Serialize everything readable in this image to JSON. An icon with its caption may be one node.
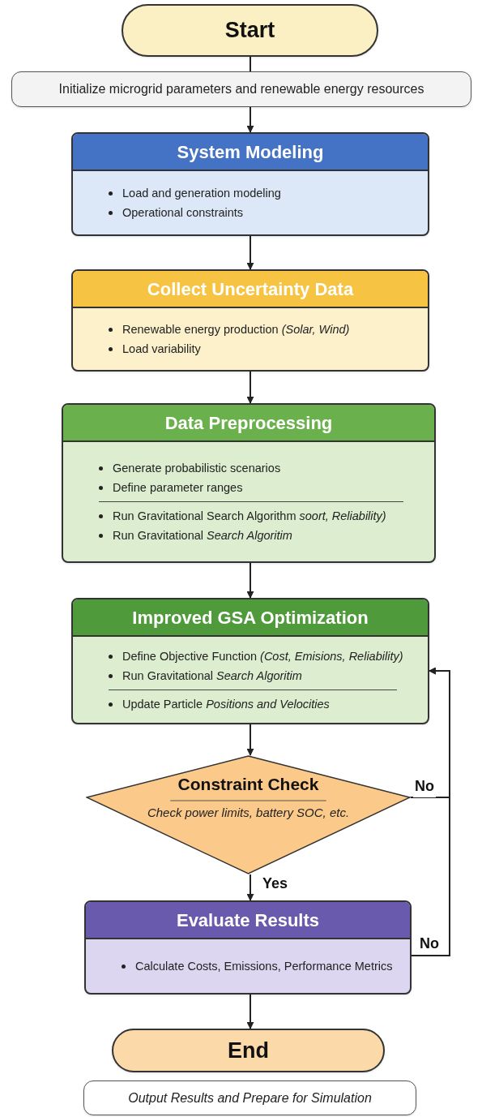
{
  "diagram": {
    "nodes": [
      {
        "text": [
          "Start"
        ]
      },
      {
        "text": [
          "Initialize microgrid parameters and renewable energy resources"
        ]
      },
      {
        "text": [
          "System Modeling",
          "Load and generation modeling",
          "Operational constraints"
        ]
      },
      {
        "text": [
          "Collect Uncertainty Data",
          "Renewable energy production *(Solar, Wind)*",
          "Load variability"
        ]
      },
      {
        "text": [
          "Data Preprocessing",
          "Generate probabilistic scenarios",
          "Define parameter ranges",
          "Run Gravitational Search Algorithm *soort, Reliability)*",
          "Run Gravitational *Search Algoritim*"
        ]
      },
      {
        "text": [
          "Improved GSA Optimization",
          "Define Objective Function *(Cost, Emisions, Reliability)*",
          "Run Gravitational *Search Algoritim*",
          "Update Particle *Positions and Velocities*"
        ]
      },
      {
        "text": [
          "Constraint Check",
          "Check power limits, battery SOC, etc."
        ]
      },
      {
        "text": [
          "Evaluate Results",
          "Calculate Costs, Emissions, Performance Metrics"
        ]
      },
      {
        "text": [
          "End"
        ]
      },
      {
        "text": [
          "Output Results and Prepare for Simulation"
        ]
      }
    ],
    "edges": [
      {
        "from": 0,
        "to": 1,
        "arrow": "none"
      },
      {
        "from": 1,
        "to": 2,
        "arrow": "to"
      },
      {
        "from": 2,
        "to": 3,
        "arrow": "to"
      },
      {
        "from": 3,
        "to": 4,
        "arrow": "to"
      },
      {
        "from": 4,
        "to": 5,
        "arrow": "to"
      },
      {
        "from": 5,
        "to": 6,
        "arrow": "to"
      },
      {
        "from": 6,
        "to": 7,
        "arrow": "to",
        "label": "Yes"
      },
      {
        "from": 6,
        "to": 5,
        "arrow": "to",
        "label": "No"
      },
      {
        "from": 7,
        "to": 5,
        "arrow": "to",
        "label": "No"
      },
      {
        "from": 7,
        "to": 8,
        "arrow": "to"
      }
    ]
  }
}
